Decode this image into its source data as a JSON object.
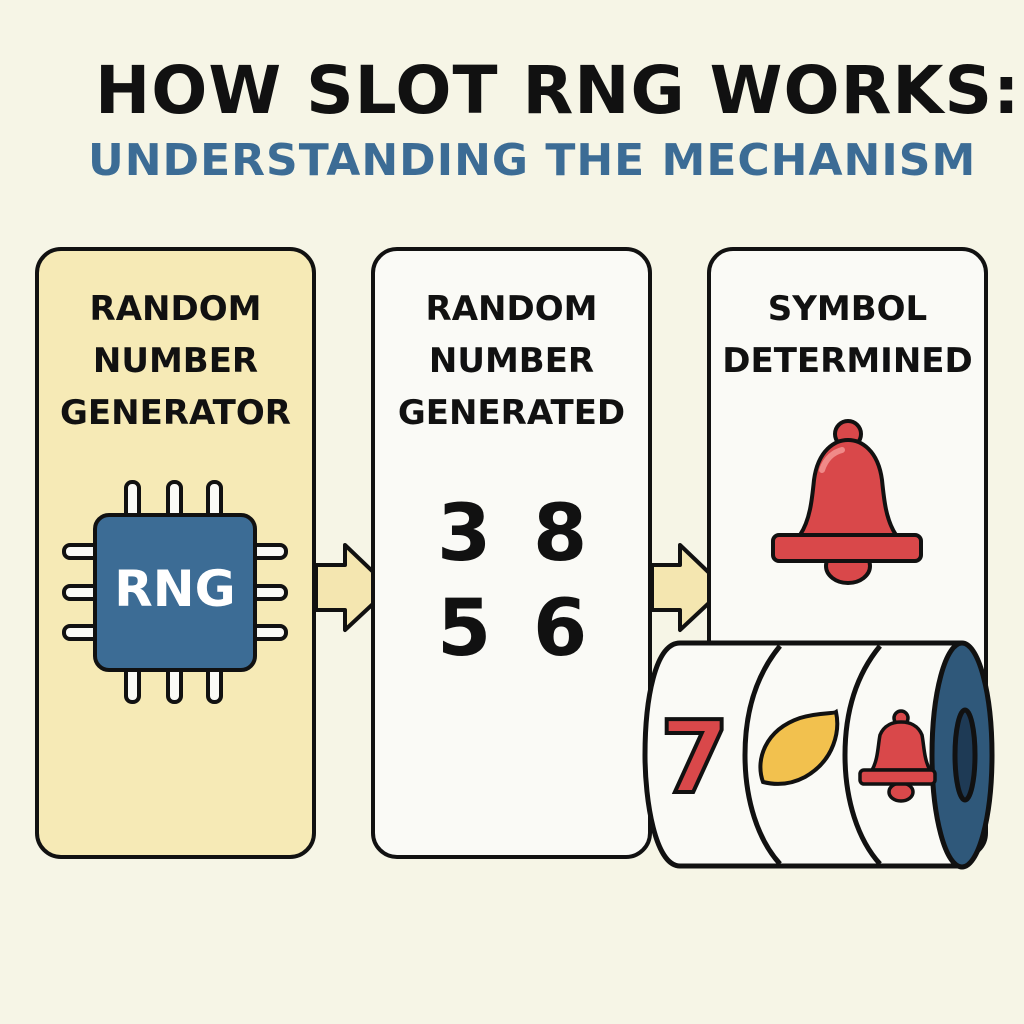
{
  "header": {
    "title": "HOW SLOT RNG WORKS:",
    "subtitle": "UNDERSTANDING THE MECHANISM"
  },
  "steps": [
    {
      "lines": [
        "RANDOM",
        "NUMBER",
        "GENERATOR"
      ],
      "chip_label": "RNG",
      "icon": "chip-icon"
    },
    {
      "lines": [
        "RANDOM",
        "NUMBER",
        "GENERATED"
      ],
      "numbers": [
        "3",
        "8",
        "5",
        "6"
      ]
    },
    {
      "lines": [
        "SYMBOL",
        "DETERMINED"
      ],
      "icon": "bell-icon"
    }
  ],
  "reel": {
    "symbols": [
      "seven-icon",
      "lemon-icon",
      "bell-icon"
    ],
    "seven_text": "7"
  },
  "colors": {
    "background": "#f6f5e6",
    "panel_highlight": "#f6eab6",
    "blue": "#3c6c95",
    "red": "#d9484a",
    "lemon": "#f2c14e",
    "arrow": "#f4e6b0"
  }
}
